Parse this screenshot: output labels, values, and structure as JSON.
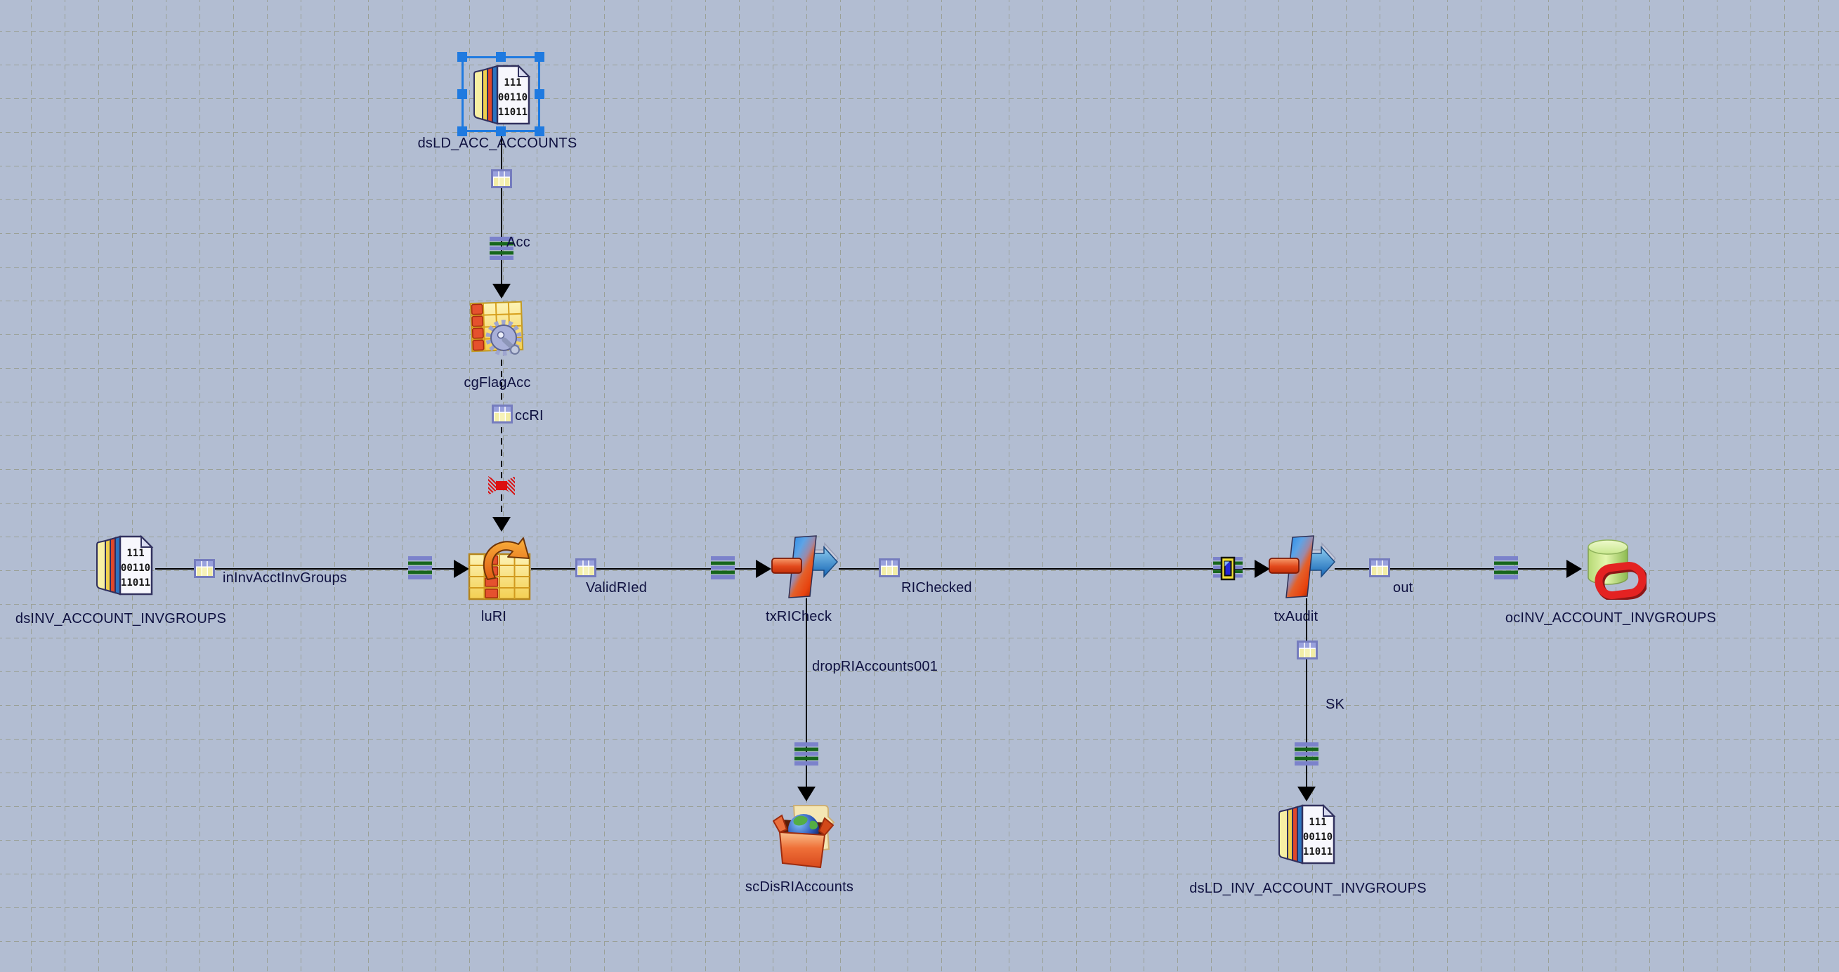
{
  "canvas": {
    "background_color": "#b2bdd2",
    "grid_color": "#9aa096",
    "link_color": "#000000",
    "label_color": "#0f1140",
    "selection_color": "#1f7ae0"
  },
  "stages": [
    {
      "label": "dsLD_ACC_ACCOUNTS",
      "type": "data-set",
      "selected": true
    },
    {
      "label": "cgFlagAcc",
      "type": "column-generator",
      "selected": false
    },
    {
      "label": "luRI",
      "type": "lookup",
      "selected": false
    },
    {
      "label": "dsINV_ACCOUNT_INVGROUPS",
      "type": "data-set",
      "selected": false
    },
    {
      "label": "txRICheck",
      "type": "transformer",
      "selected": false
    },
    {
      "label": "txAudit",
      "type": "transformer",
      "selected": false
    },
    {
      "label": "ocINV_ACCOUNT_INVGROUPS",
      "type": "oracle-connector",
      "selected": false
    },
    {
      "label": "scDisRIAccounts",
      "type": "shared-container",
      "selected": false
    },
    {
      "label": "dsLD_INV_ACCOUNT_INVGROUPS",
      "type": "data-set",
      "selected": false
    }
  ],
  "links": [
    {
      "label": "Acc",
      "style": "solid"
    },
    {
      "label": "ccRI",
      "style": "dashed",
      "marker": "broken-metadata"
    },
    {
      "label": "inInvAcctInvGroups",
      "style": "solid"
    },
    {
      "label": "ValidRIed",
      "style": "solid"
    },
    {
      "label": "RIChecked",
      "style": "solid",
      "marker": "sort-insertion"
    },
    {
      "label": "out",
      "style": "solid"
    },
    {
      "label": "dropRIAccounts001",
      "style": "solid"
    },
    {
      "label": "SK",
      "style": "solid"
    }
  ],
  "dataset_icon_text": {
    "line1": "111",
    "line2": "00110",
    "line3": "11011"
  }
}
